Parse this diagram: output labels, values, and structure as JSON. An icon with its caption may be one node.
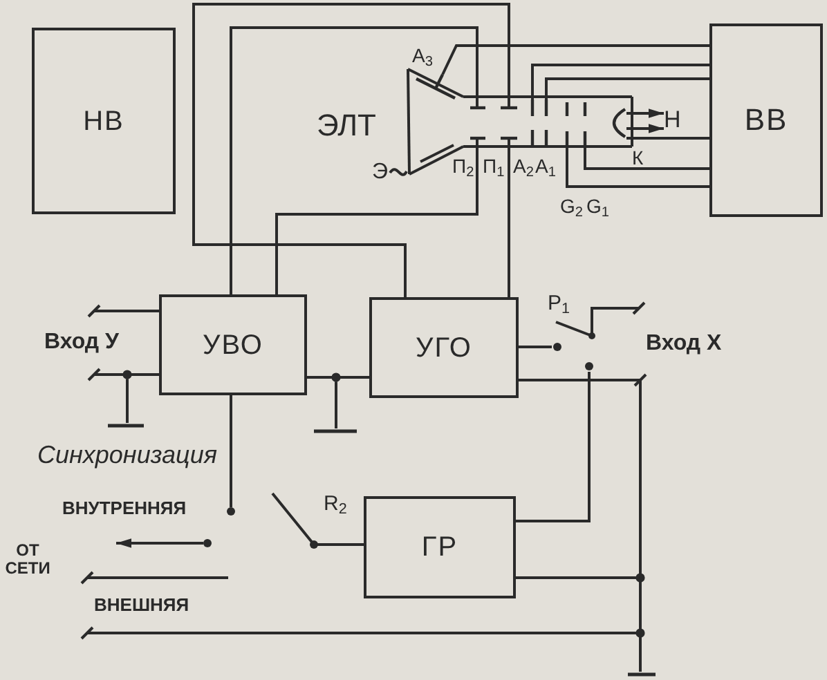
{
  "diagram": {
    "nodes": [
      {
        "text": [
          "НВ"
        ]
      },
      {
        "text": [],
        "shape": "picture",
        "beside": [
          "ЭЛТ"
        ]
      },
      {
        "text": [
          "Э"
        ]
      },
      {
        "text": [],
        "shape": "bar",
        "in": 1,
        "beside": [
          "А$_{3}$"
        ]
      },
      {
        "text": [],
        "shape": "bar",
        "in": 1,
        "beside": [
          "П$_{2}$"
        ]
      },
      {
        "text": [],
        "shape": "bar",
        "in": 1,
        "beside": [
          "П$_{1}$"
        ]
      },
      {
        "text": [],
        "shape": "bar",
        "in": 1,
        "beside": [
          "А$_{2}$"
        ]
      },
      {
        "text": [],
        "shape": "bar",
        "in": 1,
        "beside": [
          "А$_{1}$"
        ]
      },
      {
        "text": [],
        "shape": "bar",
        "in": 1,
        "beside": [
          "G$_{2}$"
        ]
      },
      {
        "text": [],
        "shape": "bar",
        "in": 1,
        "beside": [
          "G$_{1}$"
        ]
      },
      {
        "text": [],
        "shape": "arc",
        "in": 1,
        "beside": [
          "К"
        ]
      },
      {
        "text": [
          "Н"
        ]
      },
      {
        "text": [
          "ВВ"
        ]
      },
      {
        "text": [
          "УВО"
        ]
      },
      {
        "text": [
          "УГО"
        ]
      },
      {
        "text": [
          "ГР"
        ]
      },
      {
        "text": [],
        "shape": "switch",
        "beside": [
          "Р$_{1}$"
        ]
      },
      {
        "text": [],
        "shape": "switch",
        "beside": [
          "R$_{2}$"
        ]
      },
      {
        "text": [],
        "shape": "ground"
      },
      {
        "text": [],
        "shape": "ground"
      },
      {
        "text": [],
        "shape": "ground"
      },
      {
        "text": [
          "Вход У"
        ]
      },
      {
        "text": [
          "Вход Х"
        ]
      },
      {
        "text": [
          "ВНЕШНЯЯ"
        ]
      }
    ],
    "edges": [
      {
        "from": 13,
        "to": 4,
        "arrow": "none"
      },
      {
        "from": 13,
        "to": 4,
        "arrow": "none"
      },
      {
        "from": 14,
        "to": 5,
        "arrow": "none"
      },
      {
        "from": 14,
        "to": 5,
        "arrow": "none"
      },
      {
        "from": 12,
        "to": 3,
        "arrow": "none"
      },
      {
        "from": 12,
        "to": 6,
        "arrow": "none"
      },
      {
        "from": 12,
        "to": 7,
        "arrow": "none"
      },
      {
        "from": 12,
        "to": 10,
        "arrow": "none"
      },
      {
        "from": 12,
        "to": 9,
        "arrow": "none"
      },
      {
        "from": 12,
        "to": 8,
        "arrow": "none"
      },
      {
        "from": 2,
        "to": 1,
        "arrow": "none"
      },
      {
        "from": 10,
        "to": 11,
        "arrow": "to"
      },
      {
        "from": 10,
        "to": 11,
        "arrow": "to"
      },
      {
        "from": 21,
        "to": 13,
        "arrow": "other"
      },
      {
        "from": 21,
        "to": 13,
        "arrow": "other"
      },
      {
        "from": 13,
        "to": 18,
        "arrow": "none"
      },
      {
        "from": 13,
        "to": 14,
        "arrow": "none"
      },
      {
        "from": 13,
        "to": 19,
        "arrow": "none"
      },
      {
        "from": 14,
        "to": 16,
        "arrow": "none"
      },
      {
        "from": 15,
        "to": 16,
        "arrow": "none"
      },
      {
        "from": 22,
        "to": 16,
        "arrow": "other"
      },
      {
        "from": 14,
        "to": 20,
        "arrow": "none"
      },
      {
        "from": 15,
        "to": 20,
        "arrow": "none"
      },
      {
        "from": 23,
        "to": 20,
        "arrow": "other"
      },
      {
        "from": 13,
        "to": 17,
        "arrow": "none"
      },
      {
        "from": 17,
        "to": null,
        "arrow": "to"
      },
      {
        "from": 23,
        "to": 17,
        "arrow": "other"
      },
      {
        "from": 17,
        "to": 15,
        "arrow": "none"
      },
      {
        "from": 22,
        "to": 14,
        "arrow": "other"
      }
    ],
    "labels": [
      "Синхронизация",
      "ВНУТРЕННЯЯ",
      "ОТ СЕТИ"
    ]
  }
}
